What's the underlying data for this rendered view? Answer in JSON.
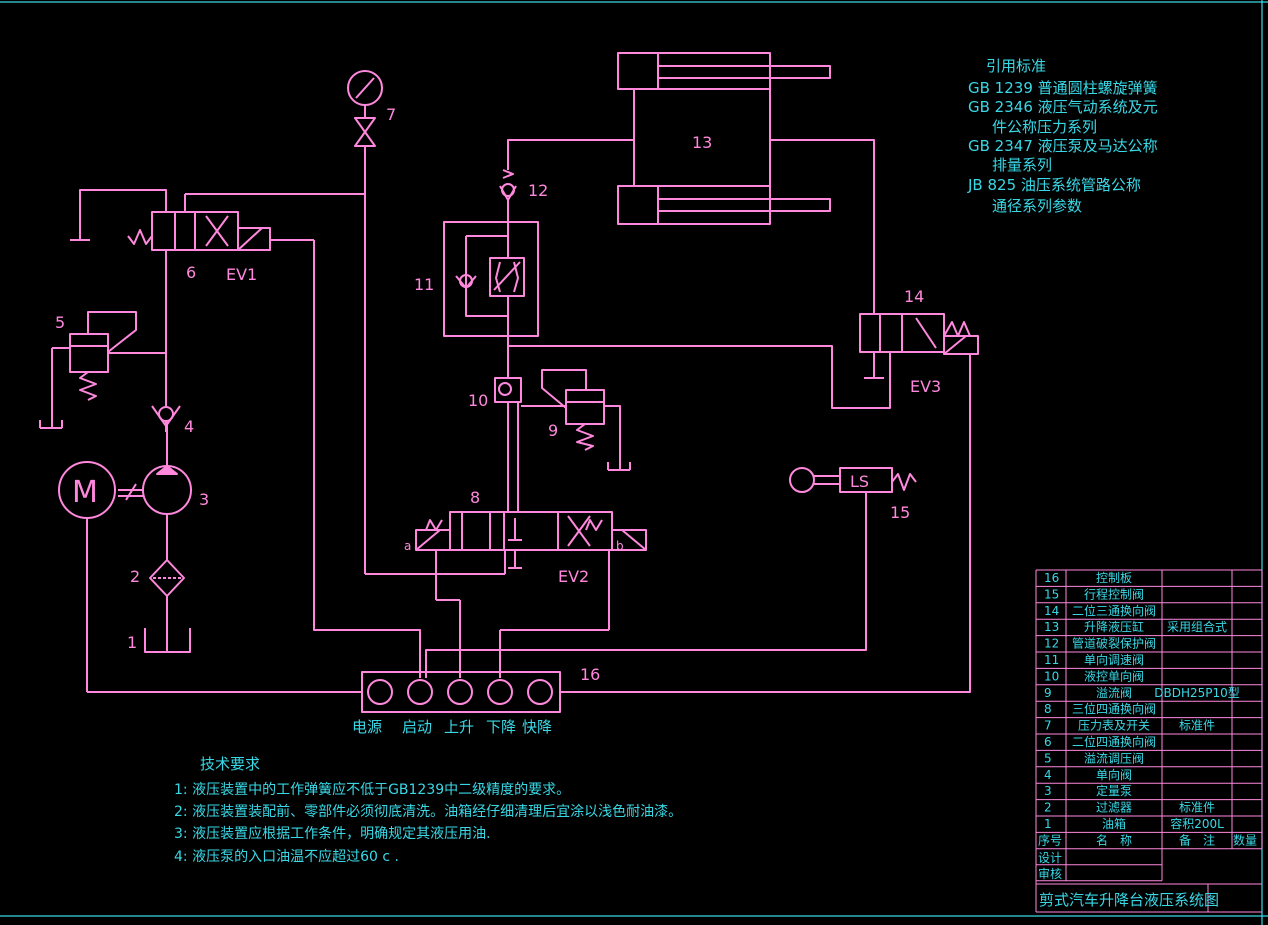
{
  "colors": {
    "background": "#000000",
    "circuit": "#ff88dd",
    "text": "#39d8e6",
    "border": "#39d8e6"
  },
  "standards": {
    "title": "引用标准",
    "lines": [
      "GB 1239 普通圆柱螺旋弹簧",
      "GB 2346 液压气动系统及元",
      "件公称压力系列",
      "GB 2347 液压泵及马达公称",
      "排量系列",
      "JB 825 油压系统管路公称",
      "通径系列参数"
    ]
  },
  "labels": {
    "n1": "1",
    "n2": "2",
    "n3": "3",
    "n4": "4",
    "n5": "5",
    "n6": "6",
    "n7": "7",
    "n8": "8",
    "n9": "9",
    "n10": "10",
    "n11": "11",
    "n12": "12",
    "n13": "13",
    "n14": "14",
    "n15": "15",
    "n16": "16",
    "ev1": "EV1",
    "ev2": "EV2",
    "ev3": "EV3",
    "ls": "LS",
    "motor": "M",
    "port_a": "a",
    "port_b": "b"
  },
  "buttons": [
    "电源",
    "启动",
    "上升",
    "下降",
    "快降"
  ],
  "tech": {
    "title": "技术要求",
    "lines": [
      "1: 液压装置中的工作弹簧应不低于GB1239中二级精度的要求。",
      "2: 液压装置装配前、零部件必须彻底清洗。油箱经仔细清理后宜涂以浅色耐油漆。",
      "3: 液压装置应根据工作条件，明确规定其液压用油.",
      "4: 液压泵的入口油温不应超过60 c ."
    ]
  },
  "parts": [
    {
      "no": "16",
      "name": "控制板",
      "note": ""
    },
    {
      "no": "15",
      "name": "行程控制阀",
      "note": ""
    },
    {
      "no": "14",
      "name": "二位三通换向阀",
      "note": ""
    },
    {
      "no": "13",
      "name": "升降液压缸",
      "note": "采用组合式"
    },
    {
      "no": "12",
      "name": "管道破裂保护阀",
      "note": ""
    },
    {
      "no": "11",
      "name": "单向调速阀",
      "note": ""
    },
    {
      "no": "10",
      "name": "液控单向阀",
      "note": ""
    },
    {
      "no": "9",
      "name": "溢流阀",
      "note": "DBDH25P10型"
    },
    {
      "no": "8",
      "name": "三位四通换向阀",
      "note": ""
    },
    {
      "no": "7",
      "name": "压力表及开关",
      "note": "标准件"
    },
    {
      "no": "6",
      "name": "二位四通换向阀",
      "note": ""
    },
    {
      "no": "5",
      "name": "溢流调压阀",
      "note": ""
    },
    {
      "no": "4",
      "name": "单向阀",
      "note": ""
    },
    {
      "no": "3",
      "name": "定量泵",
      "note": ""
    },
    {
      "no": "2",
      "name": "过滤器",
      "note": "标准件"
    },
    {
      "no": "1",
      "name": "油箱",
      "note": "容积200L"
    }
  ],
  "table_header": {
    "no": "序号",
    "name": "名　称",
    "note": "备　注",
    "qty": "数量"
  },
  "sign": {
    "design": "设计",
    "review": "审核"
  },
  "drawing_title": "剪式汽车升降台液压系统图"
}
